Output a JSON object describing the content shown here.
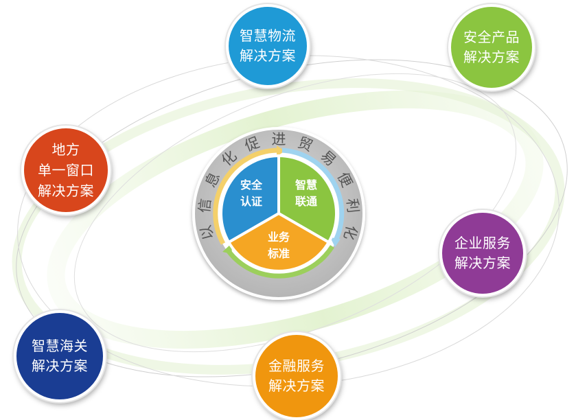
{
  "center": {
    "segments": [
      {
        "lines": [
          "安全",
          "认证"
        ],
        "color": "#2a8fcf"
      },
      {
        "lines": [
          "智慧",
          "联通"
        ],
        "color": "#8bc540"
      },
      {
        "lines": [
          "业务",
          "标准"
        ],
        "color": "#f5a623"
      }
    ],
    "ring_text": [
      "以",
      "信",
      "息",
      "化",
      "促",
      "进",
      "贸",
      "易",
      "便",
      "利",
      "化"
    ]
  },
  "bubbles": {
    "logistics": {
      "lines": [
        "智慧物流",
        "解决方案"
      ],
      "color": "#1f9ad6"
    },
    "product": {
      "lines": [
        "安全产品",
        "解决方案"
      ],
      "color": "#8bc540"
    },
    "local": {
      "lines": [
        "地方",
        "单一窗口",
        "解决方案"
      ],
      "color": "#d8461c"
    },
    "enterprise": {
      "lines": [
        "企业服务",
        "解决方案"
      ],
      "color": "#8f3b96"
    },
    "customs": {
      "lines": [
        "智慧海关",
        "解决方案"
      ],
      "color": "#1a3d93"
    },
    "finance": {
      "lines": [
        "金融服务",
        "解决方案"
      ],
      "color": "#f0960e"
    }
  }
}
